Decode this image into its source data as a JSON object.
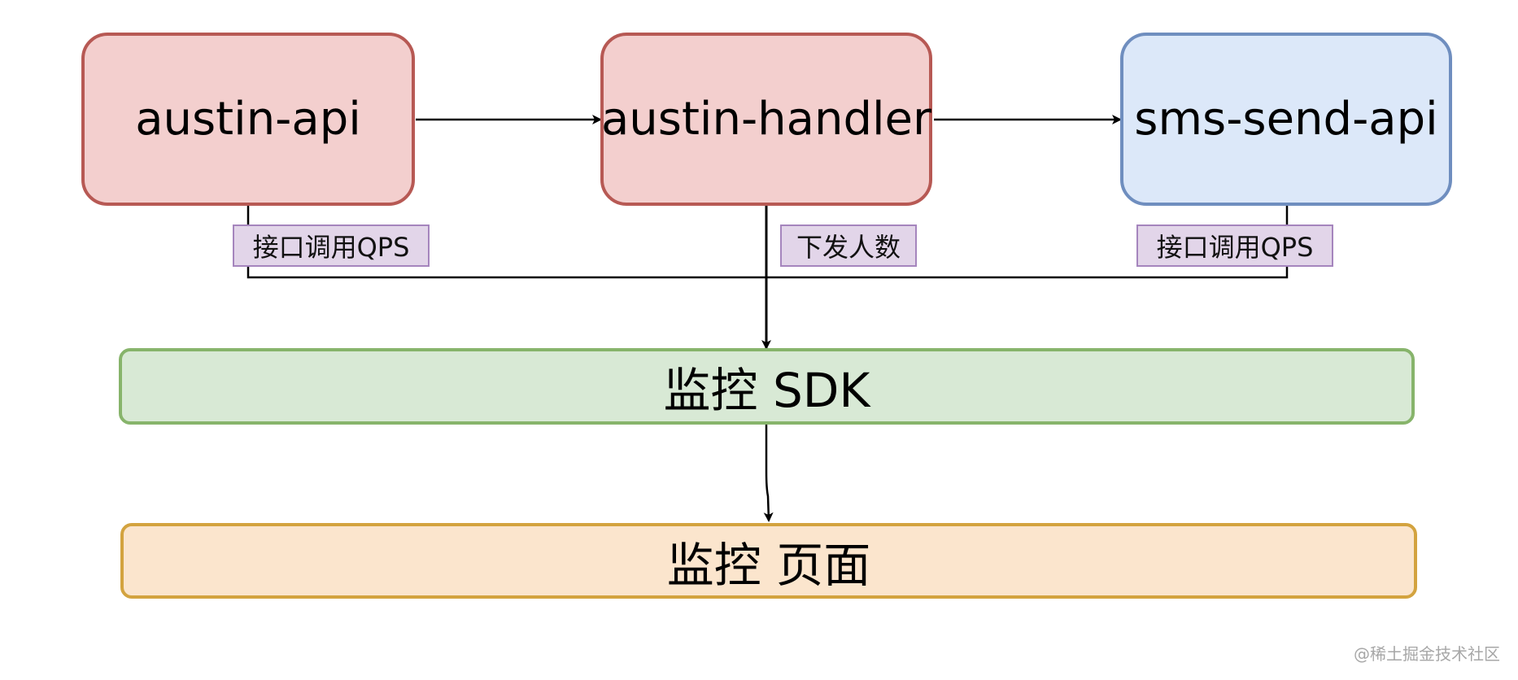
{
  "nodes": {
    "austin_api": "austin-api",
    "austin_handler": "austin-handler",
    "sms_send_api": "sms-send-api",
    "monitor_sdk": "监控 SDK",
    "monitor_page": "监控 页面"
  },
  "edge_labels": {
    "api_qps": "接口调用QPS",
    "handler_send_count": "下发人数",
    "sms_qps": "接口调用QPS"
  },
  "watermark": "@稀土掘金技术社区",
  "colors": {
    "service_fill": "#f3cfce",
    "service_border": "#b75954",
    "external_fill": "#dce8f9",
    "external_border": "#6f8ebf",
    "sdk_fill": "#d8e9d5",
    "sdk_border": "#87b46b",
    "page_fill": "#fbe5cd",
    "page_border": "#d3a33f",
    "label_fill": "#e2d5e9",
    "label_border": "#a585bd"
  }
}
